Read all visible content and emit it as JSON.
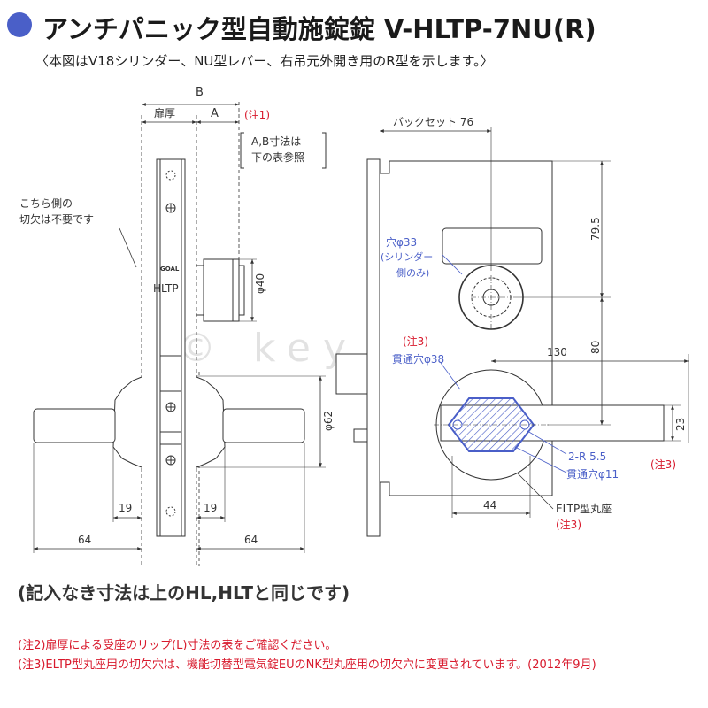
{
  "title": "アンチパニック型自動施錠錠 V-HLTP-7NU(R)",
  "subtitle": "〈本図はV18シリンダー、NU型レバー、右吊元外開き用のR型を示します。〉",
  "left_view": {
    "dim_B": "B",
    "dim_door_thickness": "扉厚",
    "dim_A": "A",
    "note1_tag": "(注1)",
    "note1_line1": "A,B寸法は",
    "note1_line2": "下の表参照",
    "cutout_note_line1": "こちら側の",
    "cutout_note_line2": "切欠は不要です",
    "plate_logo": "GOAL",
    "plate_model": "HLTP",
    "dim_phi40": "φ40",
    "dim_phi62": "φ62",
    "dim_19_left": "19",
    "dim_19_right": "19",
    "dim_64_left": "64",
    "dim_64_right": "64"
  },
  "right_view": {
    "dim_backset": "バックセット 76",
    "dim_79_5": "79.5",
    "hole33_line1": "穴φ33",
    "hole33_line2": "(シリンダー",
    "hole33_line3": "側のみ)",
    "note3_tag_a": "(注3)",
    "through_hole38": "貫通穴φ38",
    "dim_130": "130",
    "dim_80": "80",
    "dim_23": "23",
    "radius_label": "2-R 5.5",
    "through_hole11": "貫通穴φ11",
    "note3_tag_b": "(注3)",
    "dim_44": "44",
    "rose_label": "ELTP型丸座",
    "note3_tag_c": "(注3)"
  },
  "watermark": "© key town",
  "footer_note": "(記入なき寸法は上のHL,HLTと同じです)",
  "note2": "(注2)扉厚による受座のリップ(L)寸法の表をご確認ください。",
  "note3": "(注3)ELTP型丸座用の切欠穴は、機能切替型電気錠EUのNK型丸座用の切欠穴に変更されています。(2012年9月)",
  "colors": {
    "accent_blue": "#4a5fc8",
    "note_red": "#d8192c",
    "line": "#333333"
  }
}
